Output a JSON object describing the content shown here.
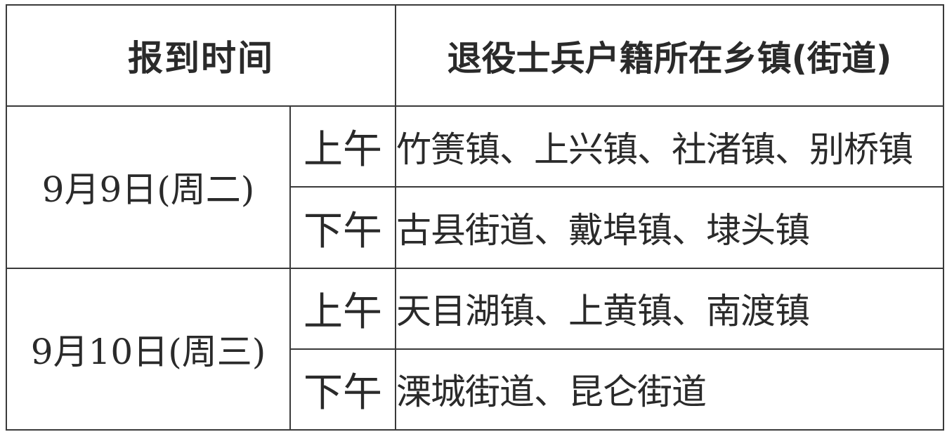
{
  "table": {
    "header": {
      "time": "报到时间",
      "towns": "退役士兵户籍所在乡镇(街道)"
    },
    "days": [
      {
        "date": "9月9日(周二)",
        "slots": [
          {
            "period": "上午",
            "towns": "竹箦镇、上兴镇、社渚镇、别桥镇"
          },
          {
            "period": "下午",
            "towns": "古县街道、戴埠镇、埭头镇"
          }
        ]
      },
      {
        "date": "9月10日(周三)",
        "slots": [
          {
            "period": "上午",
            "towns": "天目湖镇、上黄镇、南渡镇"
          },
          {
            "period": "下午",
            "towns": "溧城街道、昆仑街道"
          }
        ]
      }
    ]
  }
}
